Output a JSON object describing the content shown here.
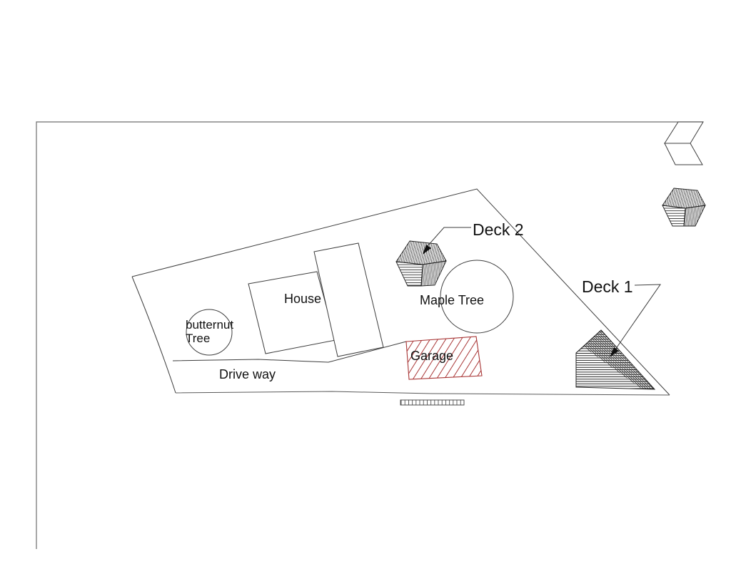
{
  "window": {
    "background": "#ffffff",
    "kind": "residential site plan CAD line drawing"
  },
  "drawing": {
    "frame_color": "#6e6e6e",
    "line_color": "#3d3d3d",
    "garage_color": "#a83535",
    "labels": {
      "deck2": "Deck 2",
      "deck1": "Deck 1",
      "house": "House",
      "maple_tree": "Maple Tree",
      "butternut_line1": "butternut",
      "butternut_line2": "Tree",
      "garage": "Garage",
      "driveway": "Drive way"
    },
    "features": [
      "property boundary polygon",
      "house (two rotated rectangles)",
      "garage (red hatched rectangle)",
      "maple tree circle",
      "butternut tree circle",
      "drive way strip",
      "Deck 1 (hatched triangular deck)",
      "Deck 2 (hatched isometric cube)",
      "corner chevron symbol",
      "hatched cube symbol",
      "tick strip below boundary"
    ]
  }
}
